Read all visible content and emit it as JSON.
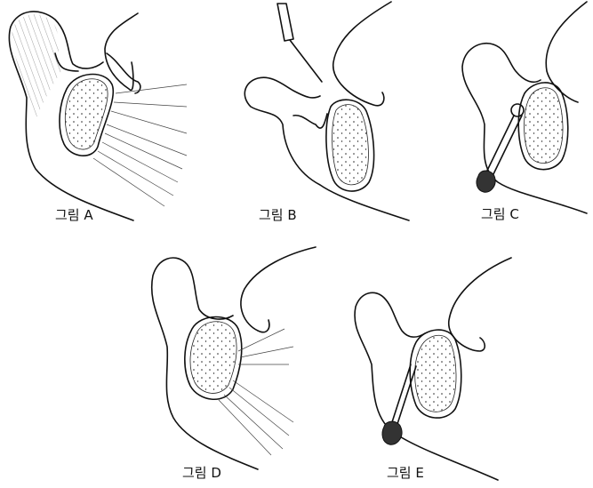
{
  "figures": [
    {
      "id": "A",
      "caption": "그림  A"
    },
    {
      "id": "B",
      "caption": "그림  B"
    },
    {
      "id": "C",
      "caption": "그림  C"
    },
    {
      "id": "D",
      "caption": "그림  D"
    },
    {
      "id": "E",
      "caption": "그림  E"
    }
  ],
  "colors": {
    "ink": "#111111",
    "background": "#ffffff"
  }
}
